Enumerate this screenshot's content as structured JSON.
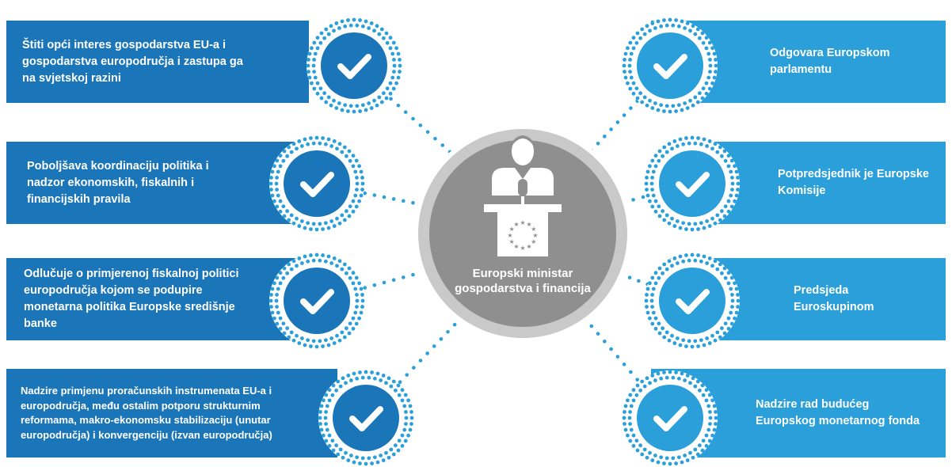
{
  "center": {
    "label": "Europski ministar gospodarstva i financija",
    "icon": "minister-at-podium-with-eu-stars"
  },
  "left_items": [
    {
      "text": "Štiti opći interes gospodarstva EU-a i gospodarstva europodručja i zastupa ga na svjetskoj razini",
      "icon": "checkmark-icon"
    },
    {
      "text": "Poboljšava koordinaciju politika i nadzor ekonomskih, fiskalnih i financijskih pravila",
      "icon": "checkmark-icon"
    },
    {
      "text": "Odlučuje o primjerenoj fiskalnoj politici europodručja kojom se podupire monetarna politika Europske središnje banke",
      "icon": "checkmark-icon"
    },
    {
      "text": "Nadzire primjenu proračunskih instrumenata EU-a i europodručja, među ostalim potporu strukturnim reformama, makro-ekonomsku stabilizaciju (unutar europodručja) i konvergenciju (izvan europodručja)",
      "icon": "checkmark-icon"
    }
  ],
  "right_items": [
    {
      "text": "Odgovara Europskom parlamentu",
      "icon": "checkmark-icon"
    },
    {
      "text": "Potpredsjednik je Europske Komisije",
      "icon": "checkmark-icon"
    },
    {
      "text": "Predsjeda Euroskupinom",
      "icon": "checkmark-icon"
    },
    {
      "text": "Nadzire rad budućeg Europskog monetarnog fonda",
      "icon": "checkmark-icon"
    }
  ],
  "colors": {
    "left_box": "#1b75b9",
    "right_box": "#2a9fd9",
    "circle_left": "#1b75b9",
    "circle_right": "#2a9fd9",
    "center_circle": "#8f8f8f",
    "center_ring": "#c9c9c9",
    "dots": "#2a9fd9",
    "stars": "#f2f2f2"
  }
}
